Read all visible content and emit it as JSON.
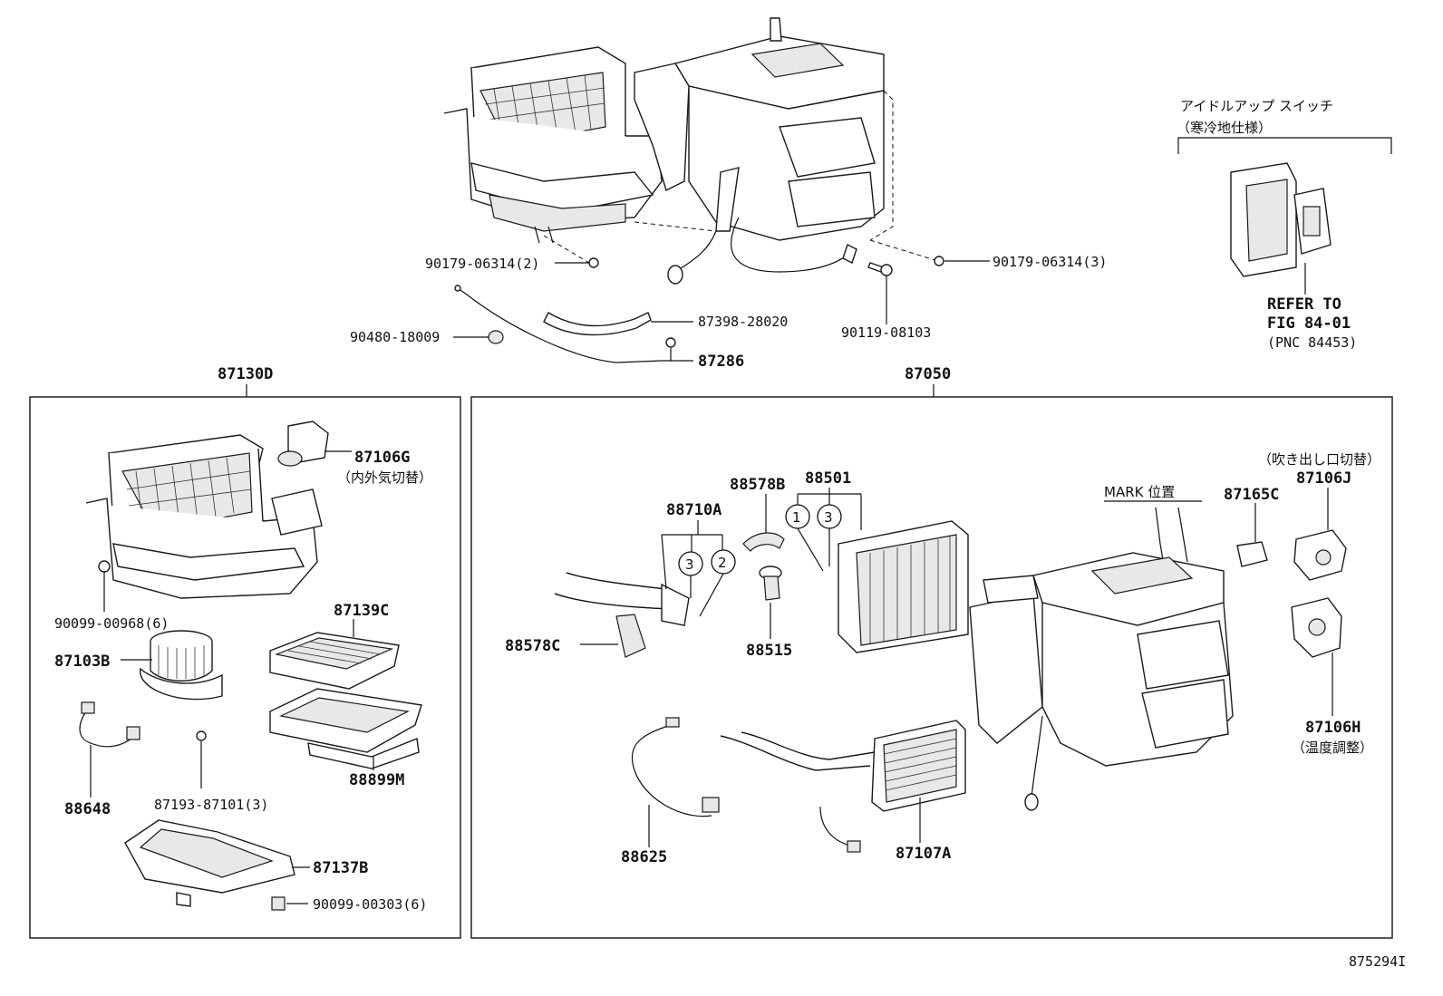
{
  "labels": {
    "p90179_06314_2": "90179-06314(2)",
    "p90179_06314_3": "90179-06314(3)",
    "p87398_28020": "87398-28020",
    "p90480_18009": "90480-18009",
    "p87286": "87286",
    "p90119_08103": "90119-08103",
    "p87130D": "87130D",
    "p87050": "87050",
    "p87106G": "87106G",
    "p87106G_note": "（内外気切替）",
    "p90099_00968": "90099-00968(6)",
    "p87139C": "87139C",
    "p87103B": "87103B",
    "p88899M": "88899M",
    "p88648": "88648",
    "p87193_87101": "87193-87101(3)",
    "p87137B": "87137B",
    "p90099_00303": "90099-00303(6)",
    "p88578B": "88578B",
    "p88501": "88501",
    "p88710A": "88710A",
    "p88578C": "88578C",
    "p88515": "88515",
    "p88625": "88625",
    "p87107A": "87107A",
    "mark": "MARK 位置",
    "p87165C": "87165C",
    "p87106J": "87106J",
    "p87106J_note": "（吹き出し口切替）",
    "p87106H": "87106H",
    "p87106H_note": "（温度調整）",
    "idle_title": "アイドルアップ スイッチ",
    "idle_note": "（寒冷地仕様）",
    "refer1": "REFER TO",
    "refer2": "FIG 84-01",
    "refer3": "(PNC 84453)",
    "circle1": "1",
    "circle2": "2",
    "circle3": "3",
    "fig_id": "875294I"
  }
}
